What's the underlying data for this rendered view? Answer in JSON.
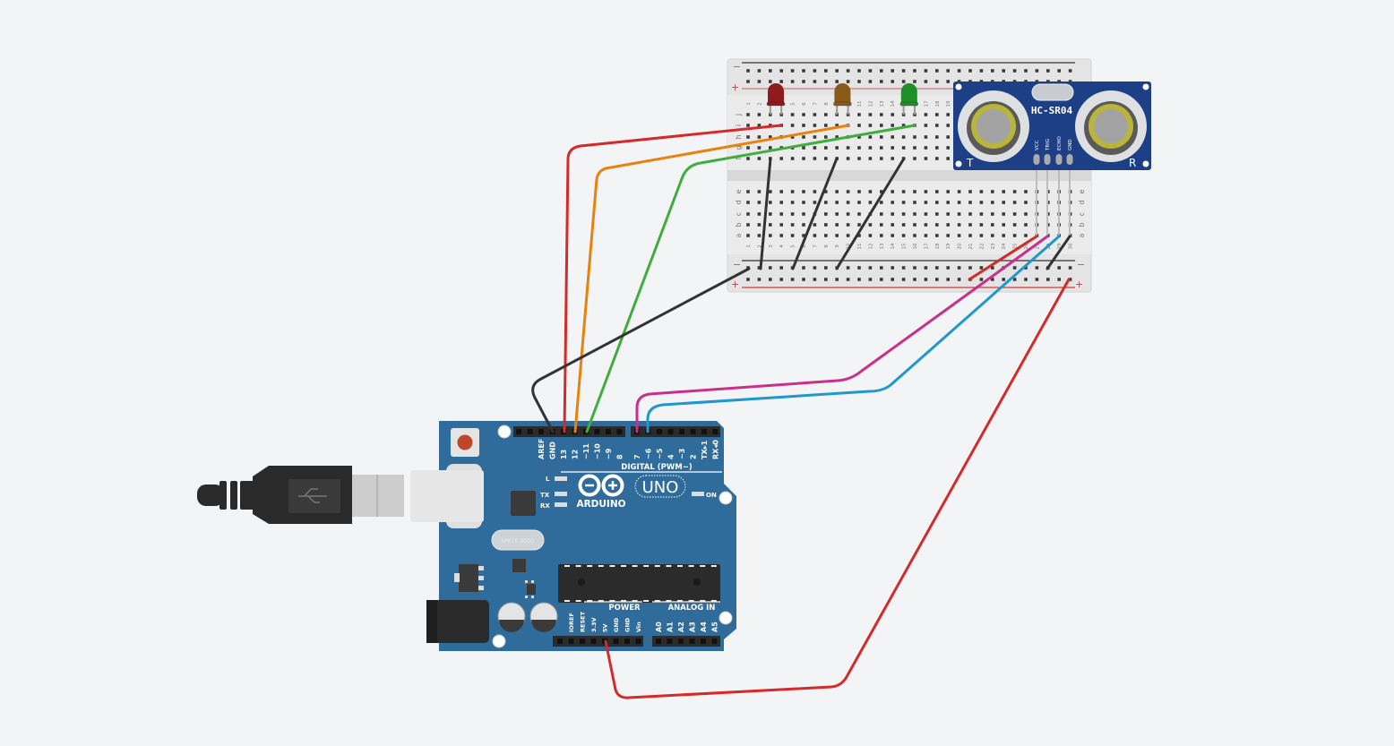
{
  "canvas": {
    "background": "#f3f4f6"
  },
  "breadboard": {
    "columns": 30,
    "rows_top": [
      "j",
      "i",
      "h",
      "g",
      "f"
    ],
    "rows_bottom": [
      "e",
      "d",
      "c",
      "b",
      "a"
    ],
    "rail_minus": "−",
    "rail_plus": "+",
    "rail_minus_color": "#333333",
    "rail_plus_color": "#d03a3a"
  },
  "leds": [
    {
      "color": "red",
      "hex": "#8e1c1c"
    },
    {
      "color": "yellow",
      "hex": "#8a5a1a"
    },
    {
      "color": "green",
      "hex": "#1f8f2a"
    }
  ],
  "sensor": {
    "model": "HC-SR04",
    "pins": [
      "VCC",
      "TRIG",
      "ECHO",
      "GND"
    ],
    "left_label": "T",
    "right_label": "R",
    "color": "#1c3f85"
  },
  "arduino": {
    "brand": "ARDUINO",
    "model": "UNO",
    "color": "#2f6c9c",
    "digital_label": "DIGITAL (PWM~)",
    "digital_pins_a": [
      "AREF",
      "GND",
      "13",
      "12",
      "~11",
      "~10",
      "~9",
      "8"
    ],
    "digital_pins_b": [
      "7",
      "~6",
      "~5",
      "4",
      "~3",
      "2",
      "TX▸1",
      "RX◂0"
    ],
    "power_label": "POWER",
    "power_pins": [
      "IOREF",
      "RESET",
      "3.3V",
      "5V",
      "GND",
      "GND",
      "Vin"
    ],
    "analog_label": "ANALOG IN",
    "analog_pins": [
      "A0",
      "A1",
      "A2",
      "A3",
      "A4",
      "A5"
    ],
    "led_l": "L",
    "led_tx": "TX",
    "led_rx": "RX",
    "led_on": "ON",
    "crystal": "SPK16.000G"
  },
  "wires": {
    "red": "#d42a2a",
    "orange": "#e8820e",
    "green": "#3fae3f",
    "black": "#333333",
    "magenta": "#c8308c",
    "blue": "#1f97cf"
  }
}
